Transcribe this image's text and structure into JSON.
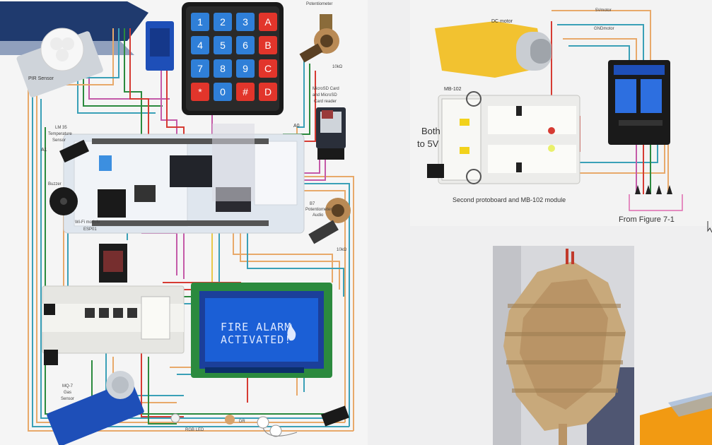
{
  "figure_left": {
    "potentiometer_top": "Potentiometer",
    "pot_top_value": "10kΩ",
    "pir_sensor": "PIR Sensor",
    "lm35_line1": "LM 35",
    "lm35_line2": "Temperature",
    "lm35_line3": "Sensor",
    "pin_a1": "A1",
    "pin_a0": "A0",
    "buzzer": "Buzzer",
    "wifi_line1": "Wi-Fi module",
    "wifi_line2": "ESP01",
    "microsd_line1": "MicroSD Card",
    "microsd_line2": "and MicroSD",
    "microsd_line3": "Card reader",
    "pot_audio_line1": "B7",
    "pot_audio_line2": "Potentiometer",
    "pot_audio_line3": "Audio",
    "pot_audio_value": "10kΩ",
    "gas_line1": "MQ-7",
    "gas_line2": "Gas",
    "gas_line3": "Sensor",
    "rgb_led": "RGB LED",
    "ldr": "DR",
    "lcd_line1": "FIRE ALARM",
    "lcd_line2": "ACTIVATED!",
    "keypad_keys": [
      "1",
      "2",
      "3",
      "A",
      "4",
      "5",
      "6",
      "B",
      "7",
      "8",
      "9",
      "C",
      "*",
      "0",
      "#",
      "D"
    ]
  },
  "figure_right": {
    "dc_motor": "DC motor",
    "mb102": "MB-102",
    "both_line1": "Both",
    "both_line2": "to 5V",
    "caption": "Second protoboard and MB-102 module",
    "from_figure": "From Figure 7-1",
    "net_5v": "5Vmotor",
    "net_gnd": "GNDmotor"
  },
  "colors": {
    "lcd_blue": "#1b5fd6",
    "lcd_text": "#dfe9ff",
    "key_blue": "#2f7fd8",
    "key_red": "#e2352b",
    "board_blue": "#2d6fe0",
    "wire_orange": "#e8a96a",
    "wire_teal": "#3aa0b7",
    "wire_green": "#2b8a3e",
    "wire_red": "#d63b33",
    "wire_pink": "#c45aa8",
    "accent_orange": "#f29a12",
    "navy_band": "#1f3a6e"
  },
  "icons": [
    "pir-sensor-icon",
    "potentiometer-icon",
    "buzzer-icon",
    "dc-motor-icon",
    "relay-module-icon",
    "microsd-icon",
    "lcd-icon",
    "fire-icon",
    "jenga-tower-photo"
  ]
}
